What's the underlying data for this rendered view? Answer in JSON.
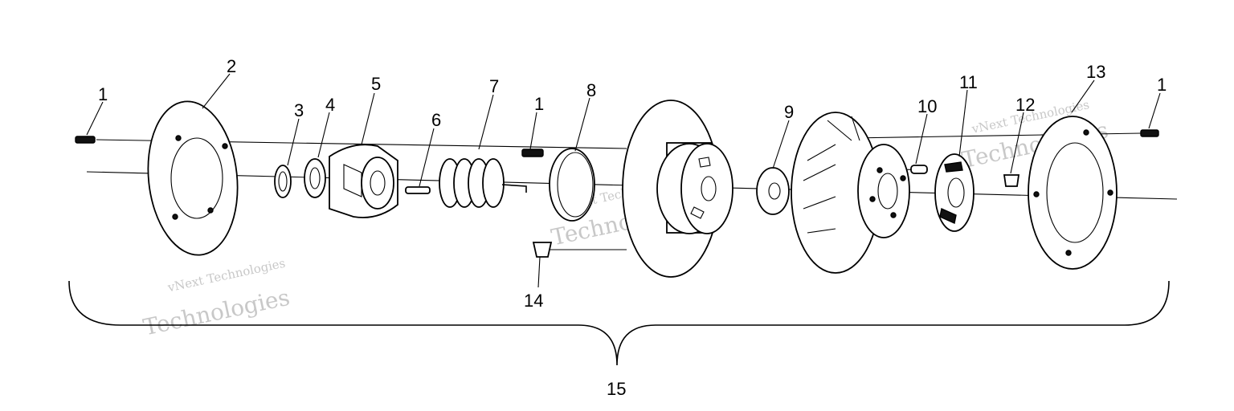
{
  "callouts": [
    "1",
    "2",
    "3",
    "4",
    "5",
    "6",
    "7",
    "1",
    "8",
    "9",
    "10",
    "11",
    "12",
    "13",
    "1",
    "14",
    "15"
  ],
  "watermark": {
    "line1": "vNext Technologies",
    "line2": "Technologies"
  }
}
